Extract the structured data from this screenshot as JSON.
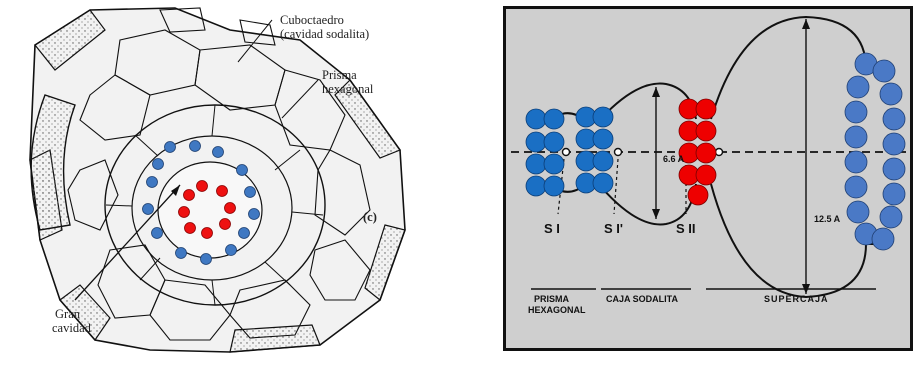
{
  "left_figure": {
    "labels": {
      "cuboctaedro": "Cuboctaedro",
      "cavidad_sodalita": "(cavidad sodalita)",
      "prisma": "Prisma",
      "hexagonal": "hexagonal",
      "gran": "Gran",
      "cavidad": "cavidad",
      "panel_letter": "(c)"
    },
    "colors": {
      "outer_ring_atoms": "#3f78c2",
      "inner_ring_atoms": "#ee1111"
    }
  },
  "right_figure": {
    "labels": {
      "s1": "S I",
      "s1_prime": "S I'",
      "s2": "S II",
      "dim_small": "6.6 A",
      "dim_large": "12.5 A",
      "prisma": "PRISMA",
      "hexagonal": "HEXAGONAL",
      "caja_sodalita": "CAJA SODALITA",
      "supercaja": "SUPERCAJA"
    },
    "colors": {
      "blue_atoms": "#1a6fc4",
      "red_atoms": "#ee0000",
      "ring_atoms": "#4a79c6",
      "background": "#cfcfcf"
    }
  }
}
